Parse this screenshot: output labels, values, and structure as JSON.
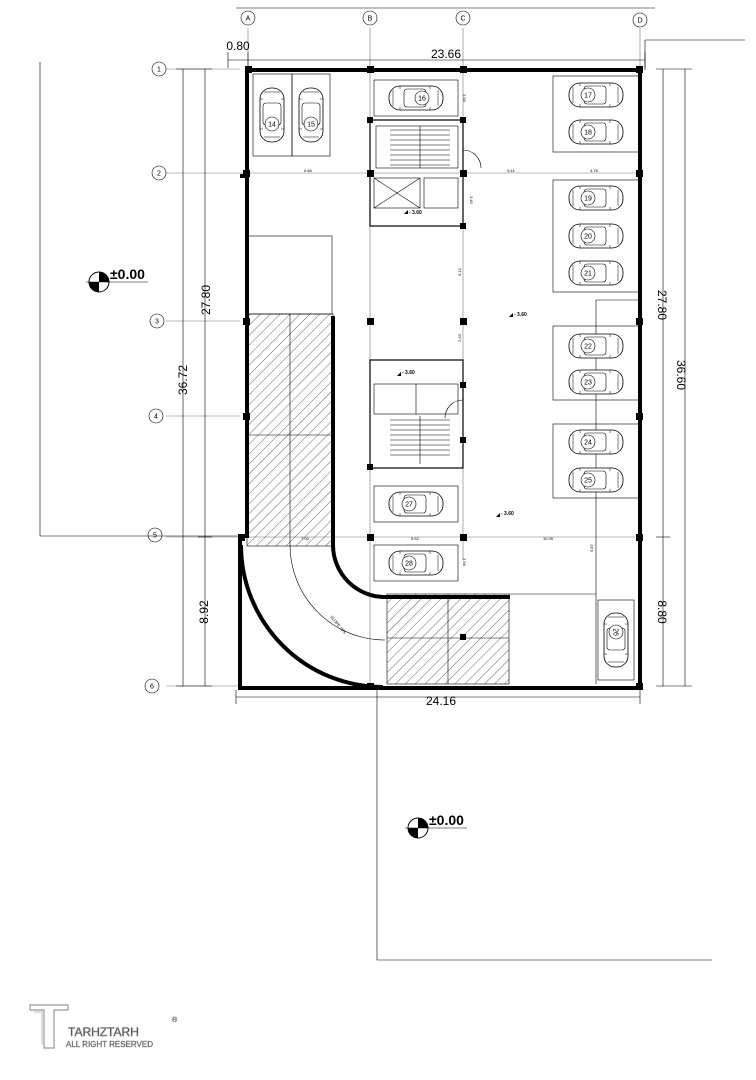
{
  "grid_labels": {
    "columns": [
      "A",
      "B",
      "C",
      "D"
    ],
    "rows": [
      "1",
      "2",
      "3",
      "4",
      "5",
      "6"
    ]
  },
  "dimensions": {
    "top_offset": "0.80",
    "top_width": "23.66",
    "bottom_width": "24.16",
    "left_total": "36.72",
    "left_upper": "27.80",
    "left_lower": "8.92",
    "right_upper": "27.80",
    "right_total": "36.60",
    "right_lower": "8.80"
  },
  "small_dimensions": {
    "d_680": "6.80",
    "d_541": "5.41",
    "d_476": "4.76",
    "d_340": "3.40",
    "d_512": "5.12",
    "d_243": "2.43",
    "d_700": "7.00",
    "d_552": "5.52",
    "d_1039": "10.39",
    "d_587": "5.87",
    "d_356": "3.56",
    "d_255": "2.55"
  },
  "levels": {
    "site_main": "±0.00",
    "site_bottom": "±0.00",
    "stair_upper": "- 3.60",
    "hall": "- 3.60",
    "stair_lower": "- 3.60",
    "lower_hall": "- 3.60"
  },
  "ramp_label": "SLOPE 15%",
  "car_numbers": [
    "14",
    "15",
    "16",
    "17",
    "18",
    "19",
    "20",
    "21",
    "22",
    "23",
    "24",
    "25",
    "26",
    "27",
    "28"
  ],
  "watermark": {
    "brand": "TARHZTARH",
    "registered": "®",
    "rights": "ALL RIGHT RESERVED"
  }
}
